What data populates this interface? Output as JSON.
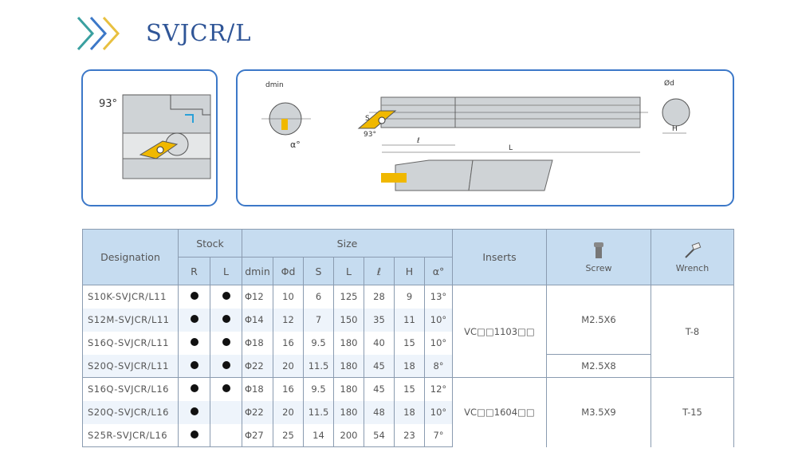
{
  "title": "SVJCR/L",
  "diagram_left": {
    "angle_label": "93°"
  },
  "diagram_right": {
    "dmin": "dmin",
    "alpha": "α°",
    "s": "S",
    "angle": "93°",
    "l_small": "ℓ",
    "l_big": "L",
    "od": "Ød",
    "h": "H"
  },
  "table": {
    "headers": {
      "designation": "Designation",
      "stock": "Stock",
      "size": "Size",
      "inserts": "Inserts",
      "screw": "Screw",
      "wrench": "Wrench",
      "sub": [
        "R",
        "L",
        "dmin",
        "Φd",
        "S",
        "L",
        "ℓ",
        "H",
        "α°"
      ]
    },
    "rows": [
      {
        "designation": "S10K-SVJCR/L11",
        "r": true,
        "l": true,
        "dmin": "Φ12",
        "d": "10",
        "s": "6",
        "L": "125",
        "l_": "28",
        "h": "9",
        "a": "13°"
      },
      {
        "designation": "S12M-SVJCR/L11",
        "r": true,
        "l": true,
        "dmin": "Φ14",
        "d": "12",
        "s": "7",
        "L": "150",
        "l_": "35",
        "h": "11",
        "a": "10°"
      },
      {
        "designation": "S16Q-SVJCR/L11",
        "r": true,
        "l": true,
        "dmin": "Φ18",
        "d": "16",
        "s": "9.5",
        "L": "180",
        "l_": "40",
        "h": "15",
        "a": "10°"
      },
      {
        "designation": "S20Q-SVJCR/L11",
        "r": true,
        "l": true,
        "dmin": "Φ22",
        "d": "20",
        "s": "11.5",
        "L": "180",
        "l_": "45",
        "h": "18",
        "a": "8°"
      },
      {
        "designation": "S16Q-SVJCR/L16",
        "r": true,
        "l": true,
        "dmin": "Φ18",
        "d": "16",
        "s": "9.5",
        "L": "180",
        "l_": "45",
        "h": "15",
        "a": "12°"
      },
      {
        "designation": "S20Q-SVJCR/L16",
        "r": true,
        "l": false,
        "dmin": "Φ22",
        "d": "20",
        "s": "11.5",
        "L": "180",
        "l_": "48",
        "h": "18",
        "a": "10°"
      },
      {
        "designation": "S25R-SVJCR/L16",
        "r": true,
        "l": false,
        "dmin": "Φ27",
        "d": "25",
        "s": "14",
        "L": "200",
        "l_": "54",
        "h": "23",
        "a": "7°"
      }
    ],
    "inserts": [
      "VC□□1103□□",
      "VC□□1604□□"
    ],
    "screws": [
      "M2.5X6",
      "M2.5X8",
      "M3.5X9"
    ],
    "wrenches": [
      "T-8",
      "T-15"
    ]
  }
}
